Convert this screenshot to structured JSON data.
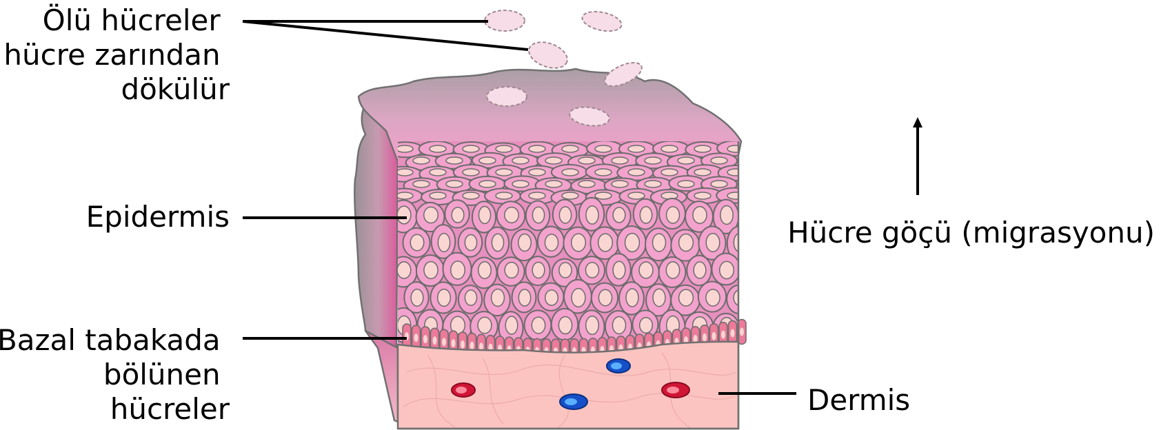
{
  "labels": {
    "dead_cells": [
      "Ölü hücreler",
      "hücre zarından",
      "dökülür"
    ],
    "epidermis": "Epidermis",
    "basal_layer": [
      "Bazal tabakada",
      "bölünen",
      "hücreler"
    ],
    "dermis": "Dermis",
    "migration": "Hücre göçü (migrasyonu)"
  },
  "colors": {
    "surface_top": "#b0a0a8",
    "surface_mid": "#e8a0c8",
    "cell_fill": "#f2a2cc",
    "nucleus_fill": "#fad6d2",
    "basal_fill": "#ec7a9a",
    "dermis_fill": "#fbc6c2",
    "side_edge": "#9a8f96",
    "side_pink": "#e0559a",
    "red_cell": "#d01636",
    "blue_cell": "#1650c8",
    "outline": "#6b6b6b"
  },
  "icons": {
    "migration_arrow": "arrow-up-icon"
  }
}
